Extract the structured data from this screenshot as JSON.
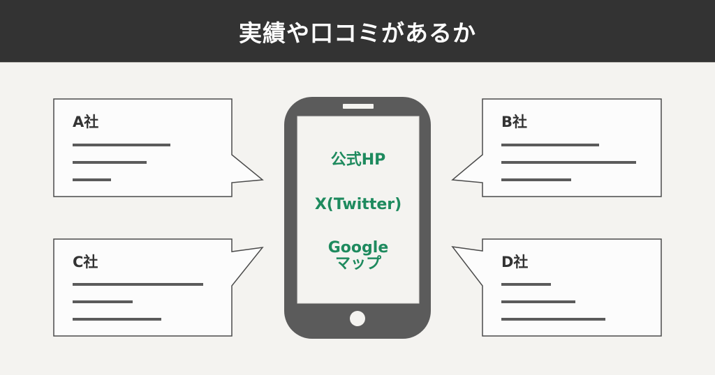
{
  "header": {
    "title": "実績や口コミがあるか",
    "background": "#333333"
  },
  "colors": {
    "background": "#f4f3f0",
    "phone": "#5b5b5b",
    "screen": "#f4f3f0",
    "accent_text": "#1e8a5e",
    "bubble_fill": "#fcfcfc",
    "bubble_stroke": "#4a4a4a",
    "placeholder_line": "#5b5b5b"
  },
  "phone": {
    "items": [
      {
        "label": "公式HP"
      },
      {
        "label": "X(Twitter)"
      },
      {
        "label": "Google\nマップ",
        "line1": "Google",
        "line2": "マップ"
      }
    ]
  },
  "bubbles": [
    {
      "id": "A",
      "label": "A社",
      "position": "top-left",
      "text_line_count": 3
    },
    {
      "id": "B",
      "label": "B社",
      "position": "top-right",
      "text_line_count": 3
    },
    {
      "id": "C",
      "label": "C社",
      "position": "bottom-left",
      "text_line_count": 3
    },
    {
      "id": "D",
      "label": "D社",
      "position": "bottom-right",
      "text_line_count": 3
    }
  ]
}
